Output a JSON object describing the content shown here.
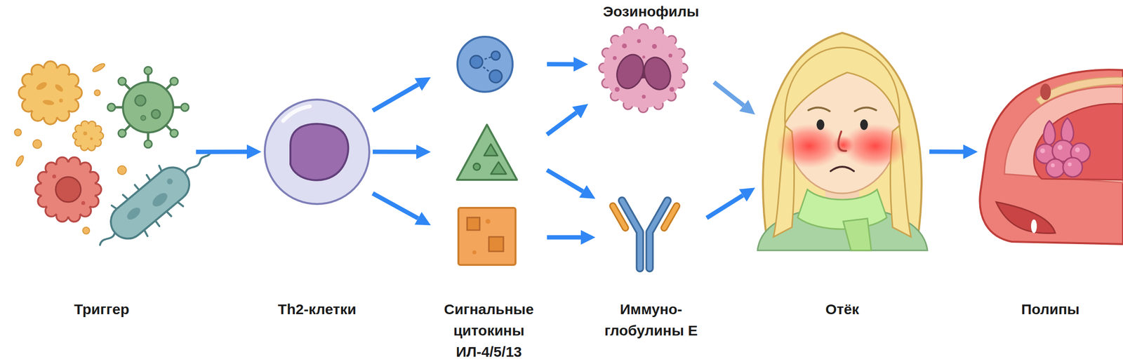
{
  "diagram": {
    "nodes": [
      {
        "text": [
          "Триггер"
        ]
      },
      {
        "text": [
          "Th2-клетки"
        ]
      },
      {
        "text": [
          "Сигнальные цитокины ИЛ-4/5/13"
        ]
      },
      {
        "text": [
          "Эозинофилы"
        ]
      },
      {
        "text": [
          "Иммуно- глобулины Е"
        ]
      },
      {
        "text": [
          "Отёк"
        ]
      },
      {
        "text": [
          "Полипы"
        ]
      }
    ],
    "edges": [
      {
        "from": 0,
        "to": 1,
        "arrow": "to"
      },
      {
        "from": 1,
        "to": 2,
        "arrow": "to"
      },
      {
        "from": 1,
        "to": 2,
        "arrow": "to"
      },
      {
        "from": 1,
        "to": 2,
        "arrow": "to"
      },
      {
        "from": 2,
        "to": 3,
        "arrow": "to"
      },
      {
        "from": 2,
        "to": 3,
        "arrow": "to"
      },
      {
        "from": 2,
        "to": 4,
        "arrow": "to"
      },
      {
        "from": 2,
        "to": 4,
        "arrow": "to"
      },
      {
        "from": 3,
        "to": 5,
        "arrow": "to"
      },
      {
        "from": 4,
        "to": 5,
        "arrow": "to"
      },
      {
        "from": 5,
        "to": 6,
        "arrow": "to"
      }
    ]
  }
}
